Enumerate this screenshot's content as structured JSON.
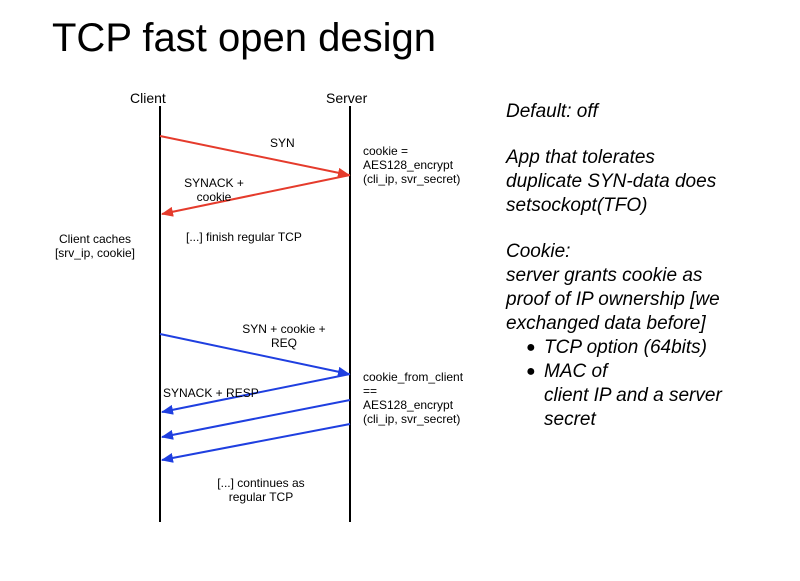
{
  "title": "TCP fast open design",
  "lifelines": {
    "client": "Client",
    "server": "Server"
  },
  "phase1": {
    "syn": "SYN",
    "server_note": [
      "cookie =",
      "AES128_encrypt",
      "(cli_ip, svr_secret)"
    ],
    "synack": [
      "SYNACK +",
      "cookie"
    ],
    "client_note": [
      "Client caches",
      "[srv_ip, cookie]"
    ],
    "finish": "[...] finish regular TCP"
  },
  "phase2": {
    "syn": [
      "SYN + cookie +",
      "REQ"
    ],
    "server_note": [
      "cookie_from_client",
      "==",
      "AES128_encrypt",
      "(cli_ip, svr_secret)"
    ],
    "synack": "SYNACK + RESP",
    "continues": [
      "[...] continues  as",
      "regular TCP"
    ]
  },
  "colors": {
    "phase1_arrow": "#e53b2c",
    "phase2_arrow": "#1f3fe0",
    "lifeline": "#000000"
  },
  "notes": {
    "default": "Default: off",
    "app": [
      "App that tolerates",
      "duplicate SYN-data does",
      "setsockopt(TFO)"
    ],
    "cookie_heading": "Cookie:",
    "cookie_text": [
      "server grants cookie as",
      "proof of IP ownership [we",
      "exchanged data before]"
    ],
    "bullets": [
      [
        "TCP option (64bits)"
      ],
      [
        "MAC of",
        "client IP and a server",
        "secret"
      ]
    ],
    "bullet_glyph": "●"
  }
}
